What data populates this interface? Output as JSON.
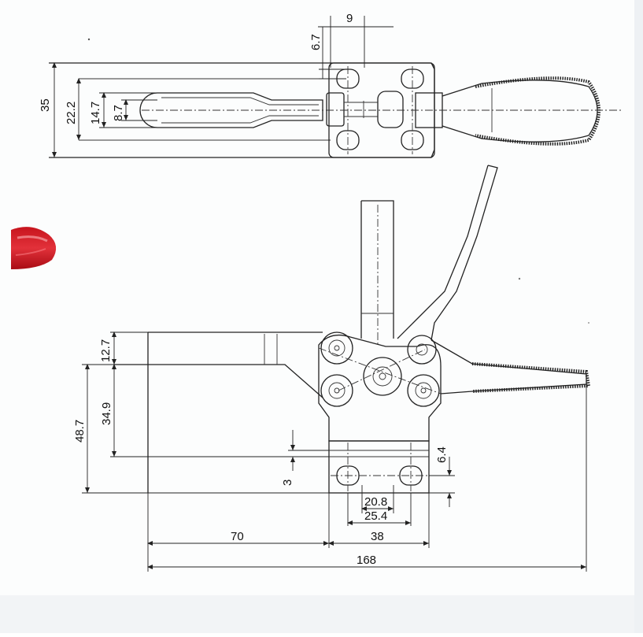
{
  "drawing": {
    "top_view": {
      "dims": {
        "d9": "9",
        "d6_7": "6.7",
        "d35": "35",
        "d22_2": "22.2",
        "d14_7": "14.7",
        "d8_7": "8.7"
      }
    },
    "side_view": {
      "dims": {
        "d12_7": "12.7",
        "d48_7": "48.7",
        "d34_9": "34.9",
        "d3": "3",
        "d6_4": "6.4",
        "d20_8": "20.8",
        "d25_4": "25.4",
        "d70": "70",
        "d38": "38",
        "d168": "168"
      }
    }
  },
  "colors": {
    "line": "#222222",
    "paper": "#fcfdfd",
    "fingernail": "#e0242c",
    "bottom_band": "#f2f4f6"
  }
}
